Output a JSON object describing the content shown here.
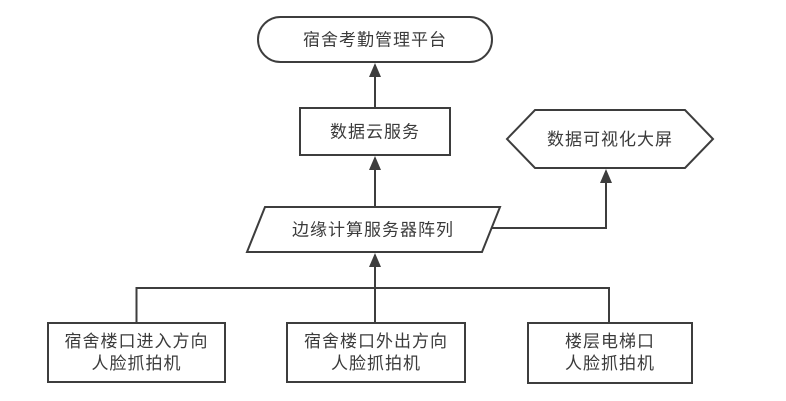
{
  "diagram": {
    "type": "flowchart",
    "nodes": {
      "platform": {
        "label": "宿舍考勤管理平台",
        "shape": "rounded-rectangle"
      },
      "cloud_service": {
        "label": "数据云服务",
        "shape": "rectangle"
      },
      "visualization_screen": {
        "label": "数据可视化大屏",
        "shape": "hexagon"
      },
      "edge_server_array": {
        "label": "边缘计算服务器阵列",
        "shape": "parallelogram"
      },
      "camera_entry": {
        "line1": "宿舍楼口进入方向",
        "line2": "人脸抓拍机",
        "shape": "rectangle"
      },
      "camera_exit": {
        "line1": "宿舍楼口外出方向",
        "line2": "人脸抓拍机",
        "shape": "rectangle"
      },
      "camera_elevator": {
        "line1": "楼层电梯口",
        "line2": "人脸抓拍机",
        "shape": "rectangle"
      }
    },
    "edges": [
      {
        "from": "camera_entry",
        "to": "edge_server_array",
        "arrow": true
      },
      {
        "from": "camera_exit",
        "to": "edge_server_array",
        "arrow": true
      },
      {
        "from": "camera_elevator",
        "to": "edge_server_array",
        "arrow": true
      },
      {
        "from": "edge_server_array",
        "to": "cloud_service",
        "arrow": true
      },
      {
        "from": "cloud_service",
        "to": "platform",
        "arrow": true
      },
      {
        "from": "edge_server_array",
        "to": "visualization_screen",
        "arrow": true
      }
    ],
    "colors": {
      "stroke": "#3d3d3d",
      "text": "#3b3b3b",
      "node_fill": "#ffffff",
      "background": "#ffffff"
    }
  }
}
